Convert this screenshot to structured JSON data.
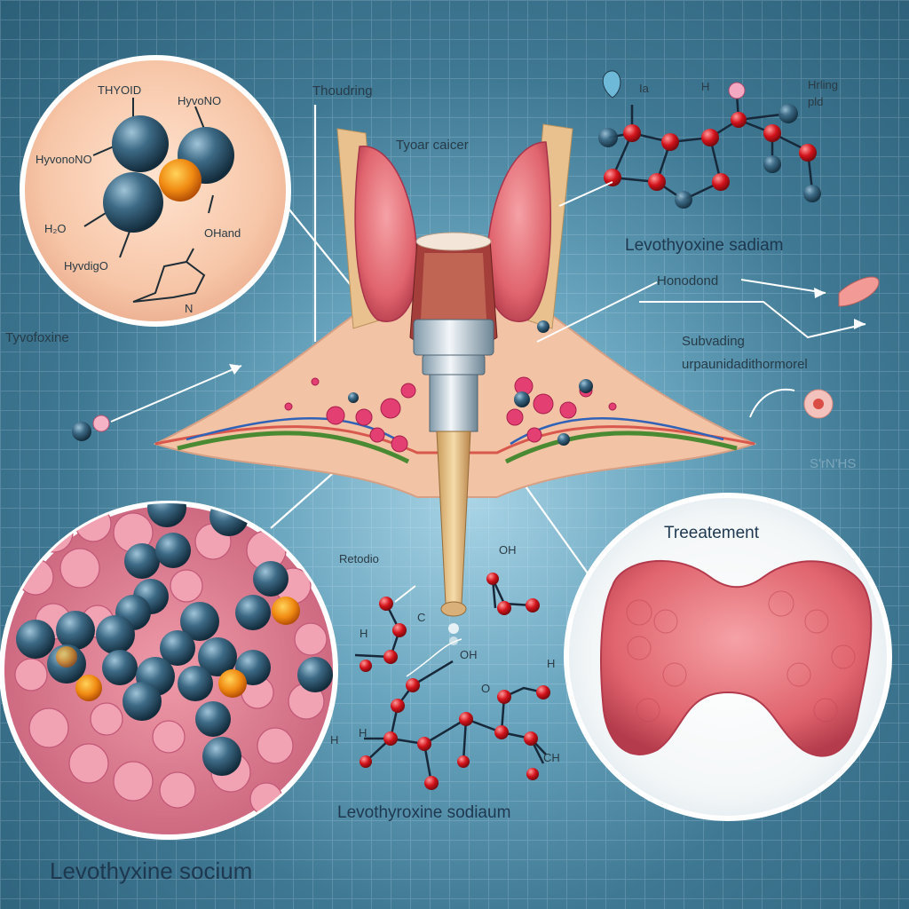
{
  "labels": {
    "thyroid_header": "THYOID",
    "hydrogen_upper_right": "HyvoNO",
    "hydrogen_left": "HyvonoNO",
    "hydrogen_small": "H₂O",
    "oxygen_label": "OHand",
    "hydrogen_lower": "HyvdigO",
    "nitrogen_label": "N",
    "tyrofoxine": "Tyvofoxine",
    "thoudring": "Thoudring",
    "tyoar_cancer": "Tyoar caicer",
    "mol_i": "Ia",
    "mol_h": "H",
    "hrling_pld": "Hrling\npld",
    "levothyroxine_right": "Levothyoxine sadiam",
    "honodond": "Honodond",
    "surrounding": "Subvading\nurpaunidadithormorel",
    "faint_note": "S'rN'HS",
    "reotodio": "Retodio",
    "oh_top": "OH",
    "c_atom": "C",
    "h_left": "H",
    "oh_mid": "OH",
    "h_side": "H",
    "o_right": "O",
    "h_right": "H",
    "h_bottom_left": "H",
    "ch_label": "CH",
    "treatment": "Treeatement",
    "levothyroxine_center": "Levothyroxine sodiaum",
    "levothyxine_left": "Levothyxine socium"
  }
}
